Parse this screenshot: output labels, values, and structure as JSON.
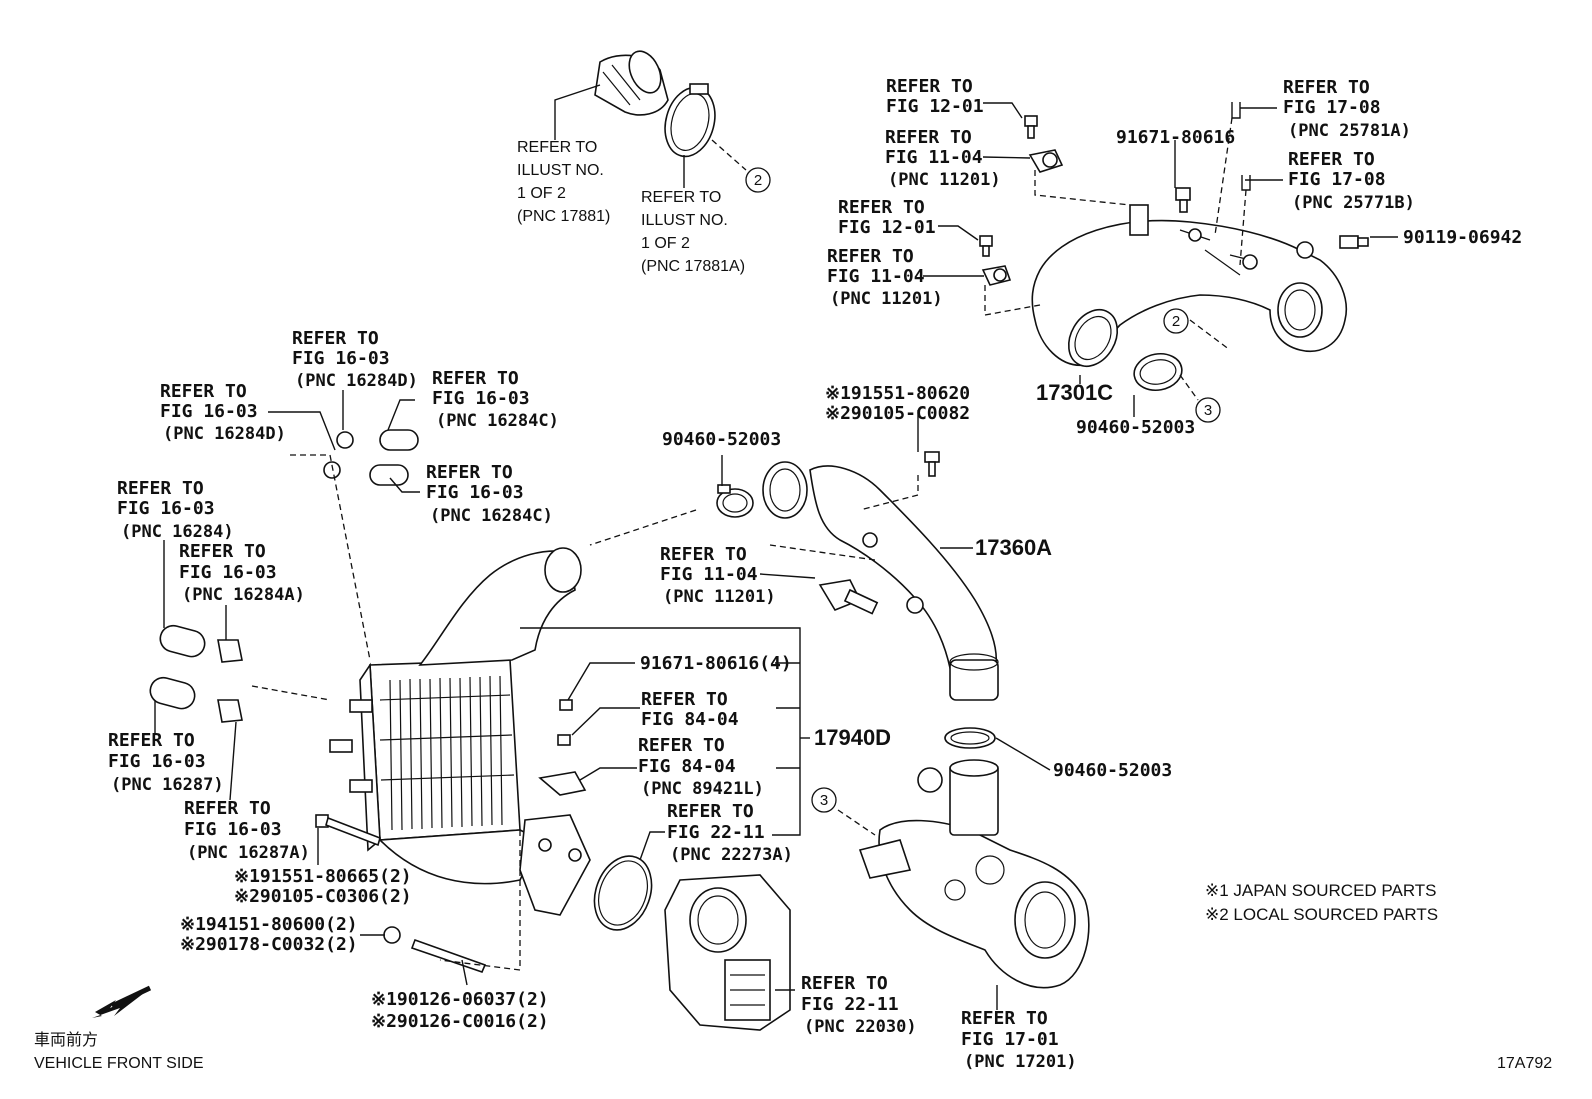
{
  "labels": {
    "refer_fig_12_01_a": [
      "REFER TO",
      "FIG 12-01"
    ],
    "refer_fig_11_04_a": [
      "REFER TO",
      "FIG 11-04",
      "(PNC 11201)"
    ],
    "refer_fig_12_01_b": [
      "REFER TO",
      "FIG 12-01"
    ],
    "refer_fig_11_04_b": [
      "REFER TO",
      "FIG 11-04",
      "(PNC 11201)"
    ],
    "refer_fig_17_08_a": [
      "REFER TO",
      "FIG 17-08",
      "(PNC 25781A)"
    ],
    "refer_fig_17_08_b": [
      "REFER TO",
      "FIG 17-08",
      "(PNC 25771B)"
    ],
    "part_91671_80616": "91671-80616",
    "part_90119_06942": "90119-06942",
    "part_17301c": "17301C",
    "part_90460_52003_top": "90460-52003",
    "illust_17881": [
      "REFER TO",
      "ILLUST NO.",
      "1 OF 2",
      "(PNC 17881)"
    ],
    "illust_17881a": [
      "REFER TO",
      "ILLUST NO.",
      "1 OF 2",
      "(PNC 17881A)"
    ],
    "refer_16284d_top": [
      "REFER TO",
      "FIG 16-03",
      "(PNC 16284D)"
    ],
    "refer_16284d_left": [
      "REFER TO",
      "FIG 16-03",
      "(PNC 16284D)"
    ],
    "refer_16284c_top": [
      "REFER TO",
      "FIG 16-03",
      "(PNC 16284C)"
    ],
    "refer_16284c_bottom": [
      "REFER TO",
      "FIG 16-03",
      "(PNC 16284C)"
    ],
    "refer_16284": [
      "REFER TO",
      "FIG 16-03",
      "(PNC 16284)"
    ],
    "refer_16284a": [
      "REFER TO",
      "FIG 16-03",
      "(PNC 16284A)"
    ],
    "refer_16287": [
      "REFER TO",
      "FIG 16-03",
      "(PNC 16287)"
    ],
    "refer_16287a": [
      "REFER TO",
      "FIG 16-03",
      "(PNC 16287A)"
    ],
    "bolt_80620": [
      "※191551-80620",
      "※290105-C0082"
    ],
    "part_90460_52003_mid": "90460-52003",
    "refer_fig_11_04_c": [
      "REFER TO",
      "FIG 11-04",
      "(PNC 11201)"
    ],
    "part_17360a": "17360A",
    "part_91671_80616_4": "91671-80616(4)",
    "refer_fig_84_04_a": [
      "REFER TO",
      "FIG 84-04"
    ],
    "refer_fig_84_04_b": [
      "REFER TO",
      "FIG 84-04",
      "(PNC 89421L)"
    ],
    "refer_fig_22_11_a": [
      "REFER TO",
      "FIG 22-11",
      "(PNC 22273A)"
    ],
    "part_17940d": "17940D",
    "part_90460_52003_low": "90460-52003",
    "bolt_80665": [
      "※191551-80665(2)",
      "※290105-C0306(2)"
    ],
    "nut_80600": [
      "※194151-80600(2)",
      "※290178-C0032(2)"
    ],
    "stud_06037": [
      "※190126-06037(2)",
      "※290126-C0016(2)"
    ],
    "refer_fig_22_11_b": [
      "REFER TO",
      "FIG 22-11",
      "(PNC 22030)"
    ],
    "refer_fig_17_01": [
      "REFER TO",
      "FIG 17-01",
      "(PNC 17201)"
    ],
    "notes": [
      "※1 JAPAN SOURCED PARTS",
      "※2 LOCAL SOURCED PARTS"
    ],
    "front_jp": "車両前方",
    "front_en": "VEHICLE FRONT SIDE",
    "figure_id": "17A792",
    "callouts": [
      "2",
      "3",
      "2",
      "3"
    ]
  }
}
